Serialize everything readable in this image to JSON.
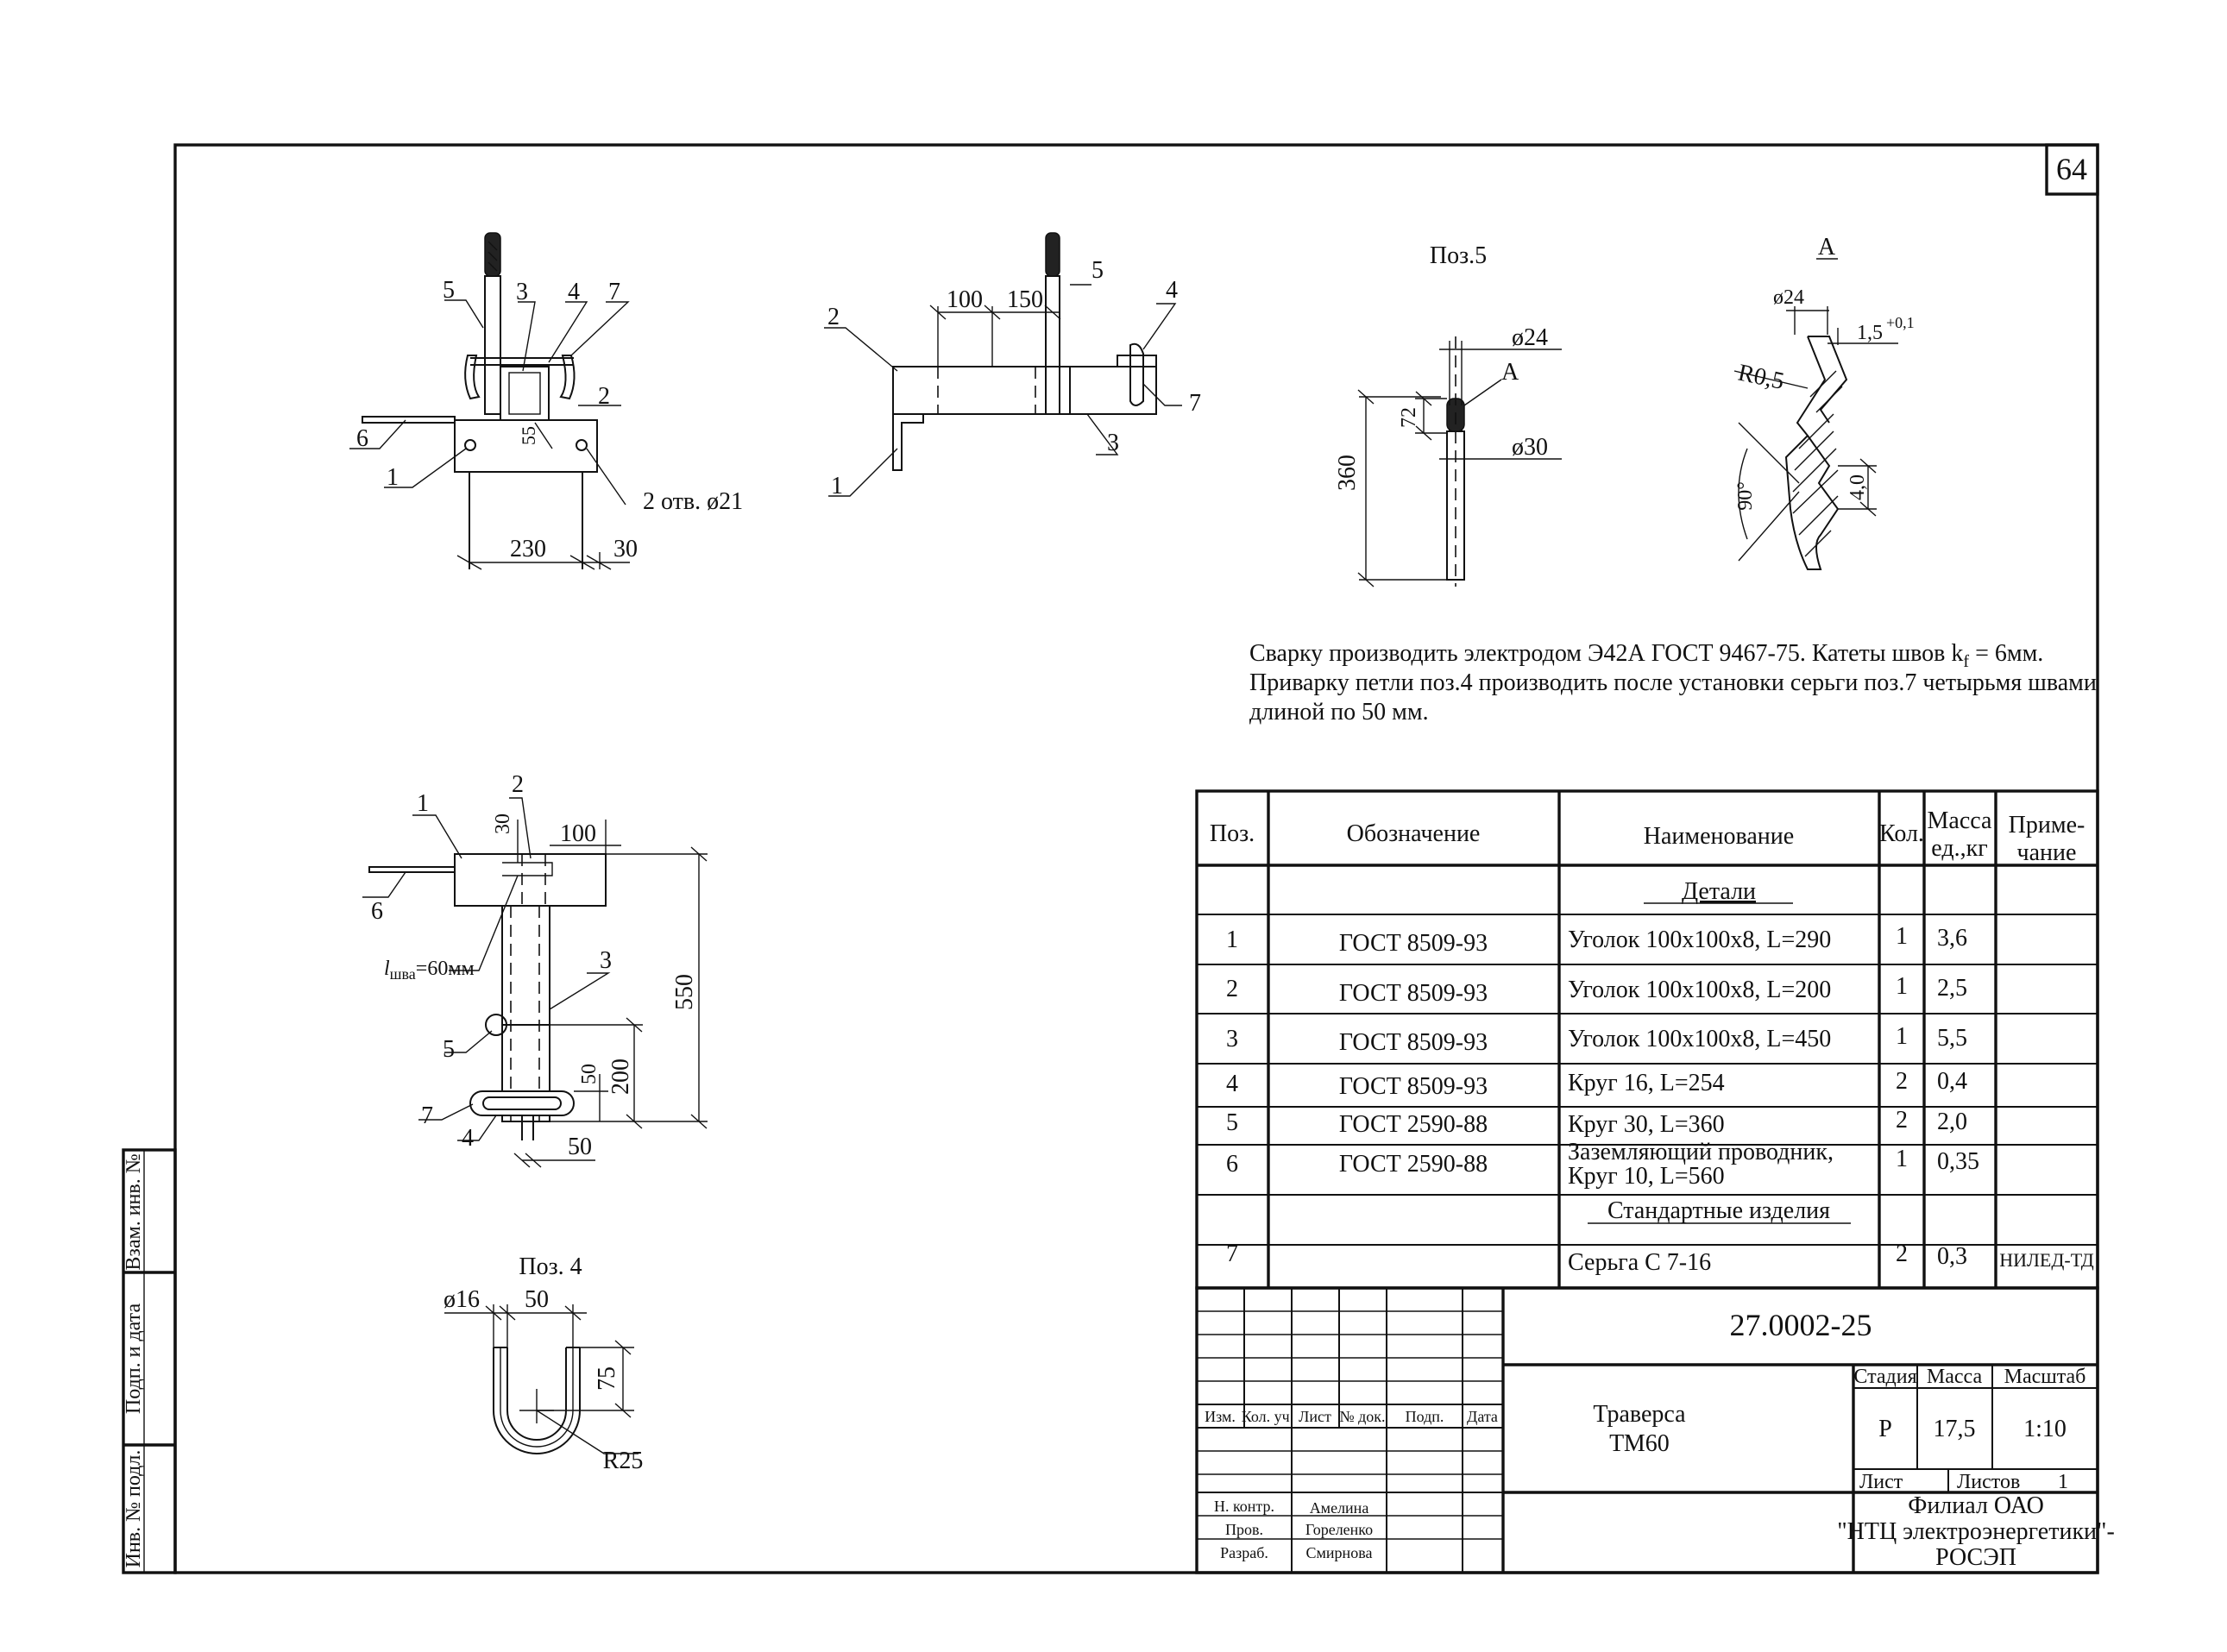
{
  "sheet": {
    "page_number": "64",
    "document_code": "27.0002-25",
    "title_line1": "Траверса",
    "title_line2": "ТМ60",
    "organization_line1": "Филиал ОАО",
    "organization_line2": "\"НТЦ электроэнергетики\"-",
    "organization_line3": "РОСЭП"
  },
  "side_stamp": {
    "vzam": "Взам. инв. №",
    "podp": "Подп. и дата",
    "inv": "Инв. № подл."
  },
  "notes": {
    "line1_a": "Сварку производить электродом Э42А ГОСТ 9467-75.  Катеты швов k",
    "line1_sub": "f",
    "line1_b": " = 6мм.",
    "line2": "Приварку петли поз.4 производить после установки серьги поз.7 четырьмя швами",
    "line3": "длиной по 50 мм."
  },
  "views": {
    "front": {
      "labels": [
        "5",
        "3",
        "4",
        "7",
        "2",
        "6",
        "1",
        "55"
      ],
      "holes": "2 отв. ø21",
      "dims": [
        "230",
        "30"
      ]
    },
    "side": {
      "labels": [
        "2",
        "5",
        "4",
        "7",
        "3",
        "1"
      ],
      "dims": [
        "100",
        "150"
      ]
    },
    "pos5": {
      "title": "Поз.5",
      "dims": [
        "ø24",
        "ø30",
        "72",
        "360"
      ],
      "callout": "A"
    },
    "detail_a": {
      "title": "A",
      "dims": [
        "ø24",
        "1,5",
        "+0,1",
        "R0,5",
        "90°",
        "4,0"
      ]
    },
    "plan": {
      "labels": [
        "1",
        "2",
        "6",
        "3",
        "5",
        "7",
        "4"
      ],
      "weld": "l",
      "weld_sub": "шва",
      "weld_val": "=60мм",
      "dims": [
        "30",
        "100",
        "550",
        "50",
        "200",
        "50"
      ]
    },
    "pos4": {
      "title": "Поз. 4",
      "dims": [
        "ø16",
        "50",
        "75",
        "R25"
      ]
    }
  },
  "spec_table": {
    "headers": {
      "pos": "Поз.",
      "designation": "Обозначение",
      "name": "Наименование",
      "qty": "Кол.",
      "mass_1": "Масса",
      "mass_2": "ед.,кг",
      "note_1": "Приме-",
      "note_2": "чание"
    },
    "section_details": "Детали",
    "section_standard": "Стандартные изделия",
    "rows": [
      {
        "pos": "1",
        "designation": "ГОСТ 8509-93",
        "name": "Уголок 100х100х8, L=290",
        "qty": "1",
        "mass": "3,6",
        "note": ""
      },
      {
        "pos": "2",
        "designation": "ГОСТ 8509-93",
        "name": "Уголок 100х100х8, L=200",
        "qty": "1",
        "mass": "2,5",
        "note": ""
      },
      {
        "pos": "3",
        "designation": "ГОСТ 8509-93",
        "name": "Уголок 100х100х8, L=450",
        "qty": "1",
        "mass": "5,5",
        "note": ""
      },
      {
        "pos": "4",
        "designation": "ГОСТ 8509-93",
        "name": "Круг 16, L=254",
        "qty": "2",
        "mass": "0,4",
        "note": ""
      },
      {
        "pos": "5",
        "designation": "ГОСТ 2590-88",
        "name": "Круг 30, L=360",
        "qty": "2",
        "mass": "2,0",
        "note": ""
      },
      {
        "pos": "6",
        "designation": "ГОСТ 2590-88",
        "name": "Заземляющий проводник,",
        "name2": "Круг 10, L=560",
        "qty": "1",
        "mass": "0,35",
        "note": ""
      }
    ],
    "standard_rows": [
      {
        "pos": "7",
        "designation": "",
        "name": "Серьга С 7-16",
        "qty": "2",
        "mass": "0,3",
        "note": "НИЛЕД-ТД"
      }
    ]
  },
  "title_block": {
    "col_headers": [
      "Изм.",
      "Кол. уч.",
      "Лист",
      "№ док.",
      "Подп.",
      "Дата"
    ],
    "roles": [
      {
        "role": "Н. контр.",
        "name": "Амелина"
      },
      {
        "role": "Пров.",
        "name": "Гореленко"
      },
      {
        "role": "Разраб.",
        "name": "Смирнова"
      }
    ],
    "stage_label": "Стадия",
    "mass_label": "Масса",
    "scale_label": "Масштаб",
    "stage_value": "Р",
    "mass_value": "17,5",
    "scale_value": "1:10",
    "sheet_label": "Лист",
    "sheets_label": "Листов",
    "sheets_value": "1"
  }
}
